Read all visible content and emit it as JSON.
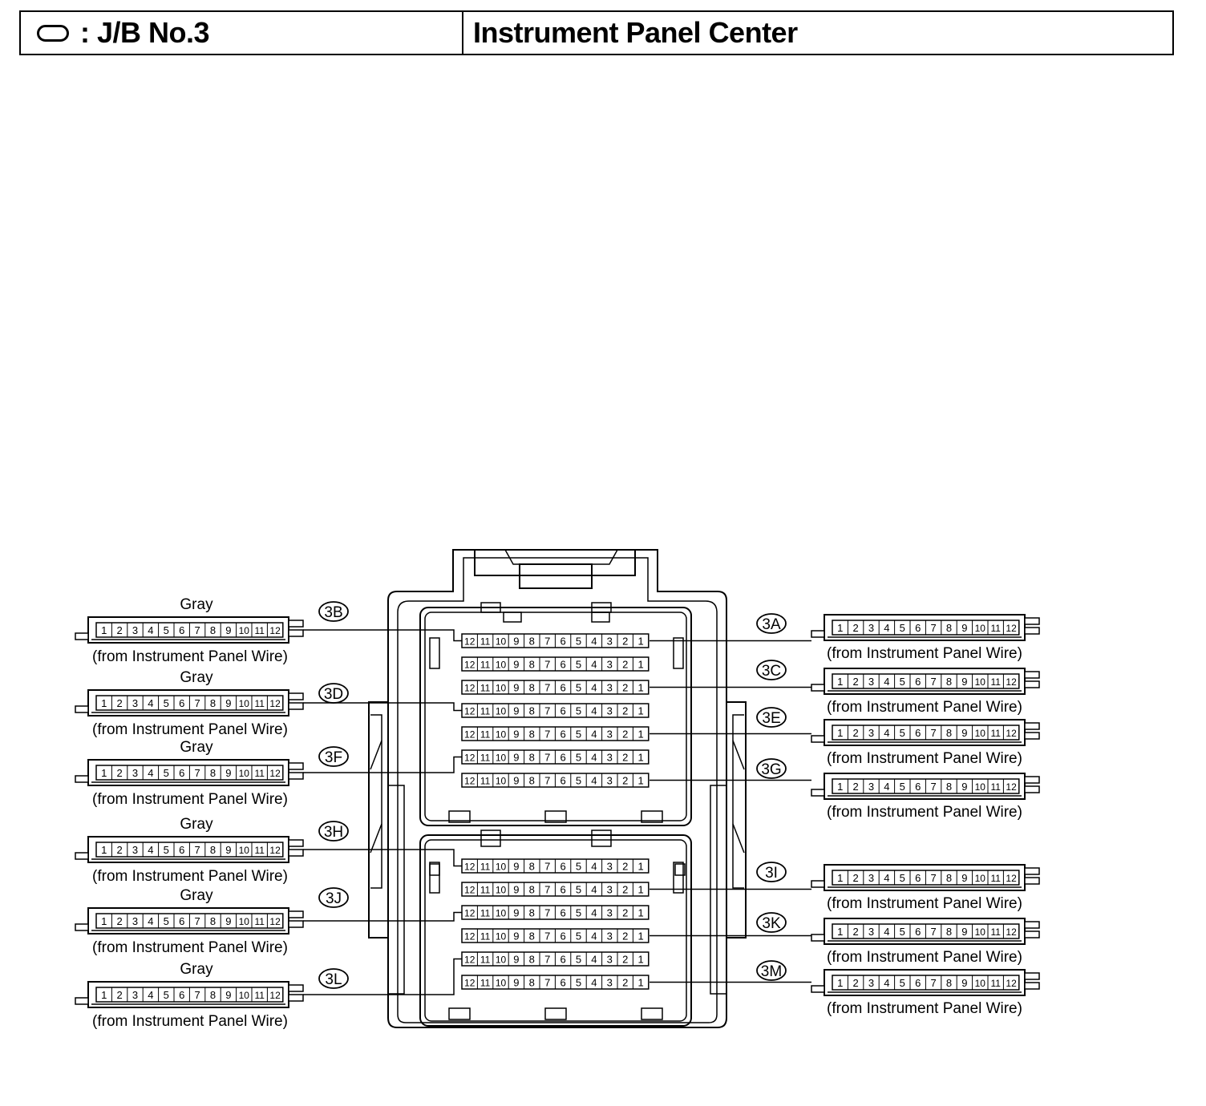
{
  "header": {
    "symbol_icon": "oval-symbol-icon",
    "junction_block": ": J/B No.3",
    "location": "Instrument Panel Center"
  },
  "connector_pins": [
    "1",
    "2",
    "3",
    "4",
    "5",
    "6",
    "7",
    "8",
    "9",
    "10",
    "11",
    "12"
  ],
  "block_row_pins": [
    "12",
    "11",
    "10",
    "9",
    "8",
    "7",
    "6",
    "5",
    "4",
    "3",
    "2",
    "1"
  ],
  "left_connectors": [
    {
      "id": "3B",
      "color": "Gray",
      "source": "(from Instrument Panel Wire)"
    },
    {
      "id": "3D",
      "color": "Gray",
      "source": "(from Instrument Panel Wire)"
    },
    {
      "id": "3F",
      "color": "Gray",
      "source": "(from Instrument Panel Wire)"
    },
    {
      "id": "3H",
      "color": "Gray",
      "source": "(from Instrument Panel Wire)"
    },
    {
      "id": "3J",
      "color": "Gray",
      "source": "(from Instrument Panel Wire)"
    },
    {
      "id": "3L",
      "color": "Gray",
      "source": "(from Instrument Panel Wire)"
    }
  ],
  "right_connectors": [
    {
      "id": "3A",
      "source": "(from Instrument Panel Wire)"
    },
    {
      "id": "3C",
      "source": "(from Instrument Panel Wire)"
    },
    {
      "id": "3E",
      "source": "(from Instrument Panel Wire)"
    },
    {
      "id": "3G",
      "source": "(from Instrument Panel Wire)"
    },
    {
      "id": "3I",
      "source": "(from Instrument Panel Wire)"
    },
    {
      "id": "3K",
      "source": "(from Instrument Panel Wire)"
    },
    {
      "id": "3M",
      "source": "(from Instrument Panel Wire)"
    }
  ]
}
